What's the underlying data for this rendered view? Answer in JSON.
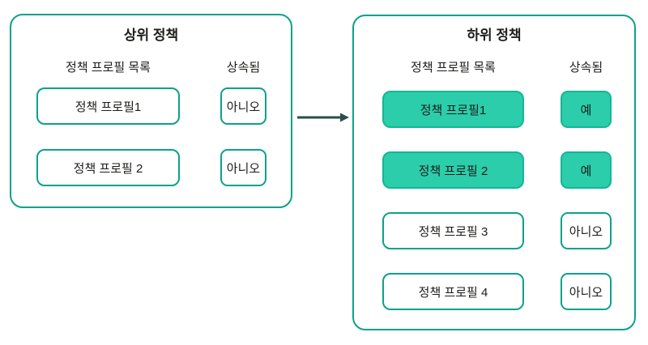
{
  "diagram": {
    "accent_border_color": "#0ba18b",
    "highlight_fill_color": "#2bcdab",
    "highlight_border_color": "#12b894",
    "arrow_color": "#2b4f4c",
    "arrow_icon": "right-arrow",
    "parent_panel": {
      "title": "상위 정책",
      "columns": {
        "profiles": "정책 프로필 목록",
        "inherited": "상속됨"
      },
      "rows": [
        {
          "profile": "정책 프로필1",
          "inherited": "아니오",
          "highlight": false
        },
        {
          "profile": "정책 프로필 2",
          "inherited": "아니오",
          "highlight": false
        }
      ]
    },
    "child_panel": {
      "title": "하위 정책",
      "columns": {
        "profiles": "정책 프로필 목록",
        "inherited": "상속됨"
      },
      "rows": [
        {
          "profile": "정책 프로필1",
          "inherited": "예",
          "highlight": true
        },
        {
          "profile": "정책 프로필 2",
          "inherited": "예",
          "highlight": true
        },
        {
          "profile": "정책 프로필 3",
          "inherited": "아니오",
          "highlight": false
        },
        {
          "profile": "정책 프로필 4",
          "inherited": "아니오",
          "highlight": false
        }
      ]
    }
  }
}
